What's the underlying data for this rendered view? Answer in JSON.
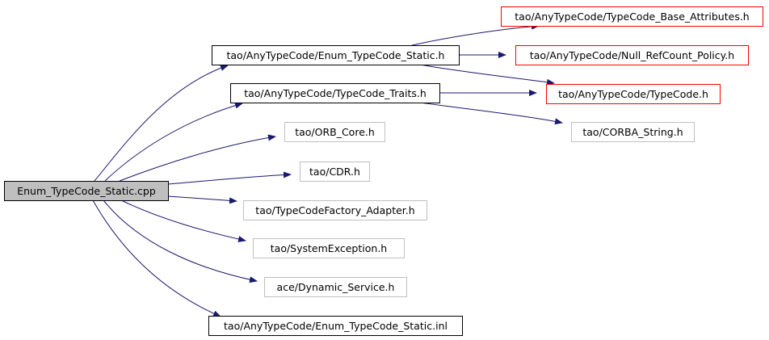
{
  "colors": {
    "edge": "#191970",
    "root_fill": "#bfbfbf",
    "root_border": "#000000",
    "documented_border": "#000000",
    "external_border": "#bfbfbf",
    "incomplete_border": "#ff0000",
    "node_fill": "#ffffff"
  },
  "nodes": [
    {
      "id": "root",
      "label": "Enum_TypeCode_Static.cpp",
      "kind": "root"
    },
    {
      "id": "enum_static_h",
      "label": "tao/AnyTypeCode/Enum_TypeCode_Static.h",
      "kind": "documented"
    },
    {
      "id": "traits_h",
      "label": "tao/AnyTypeCode/TypeCode_Traits.h",
      "kind": "documented"
    },
    {
      "id": "base_attr_h",
      "label": "tao/AnyTypeCode/TypeCode_Base_Attributes.h",
      "kind": "incomplete"
    },
    {
      "id": "null_ref_h",
      "label": "tao/AnyTypeCode/Null_RefCount_Policy.h",
      "kind": "incomplete"
    },
    {
      "id": "typecode_h",
      "label": "tao/AnyTypeCode/TypeCode.h",
      "kind": "incomplete"
    },
    {
      "id": "corba_string_h",
      "label": "tao/CORBA_String.h",
      "kind": "external"
    },
    {
      "id": "orb_core_h",
      "label": "tao/ORB_Core.h",
      "kind": "external"
    },
    {
      "id": "cdr_h",
      "label": "tao/CDR.h",
      "kind": "external"
    },
    {
      "id": "factory_adapter_h",
      "label": "tao/TypeCodeFactory_Adapter.h",
      "kind": "external"
    },
    {
      "id": "sysexc_h",
      "label": "tao/SystemException.h",
      "kind": "external"
    },
    {
      "id": "dyn_service_h",
      "label": "ace/Dynamic_Service.h",
      "kind": "external"
    },
    {
      "id": "enum_static_inl",
      "label": "tao/AnyTypeCode/Enum_TypeCode_Static.inl",
      "kind": "documented"
    }
  ],
  "edges": [
    {
      "from": "root",
      "to": "enum_static_h"
    },
    {
      "from": "root",
      "to": "traits_h"
    },
    {
      "from": "root",
      "to": "orb_core_h"
    },
    {
      "from": "root",
      "to": "cdr_h"
    },
    {
      "from": "root",
      "to": "factory_adapter_h"
    },
    {
      "from": "root",
      "to": "sysexc_h"
    },
    {
      "from": "root",
      "to": "dyn_service_h"
    },
    {
      "from": "root",
      "to": "enum_static_inl"
    },
    {
      "from": "enum_static_h",
      "to": "base_attr_h"
    },
    {
      "from": "enum_static_h",
      "to": "null_ref_h"
    },
    {
      "from": "enum_static_h",
      "to": "typecode_h"
    },
    {
      "from": "traits_h",
      "to": "typecode_h"
    },
    {
      "from": "traits_h",
      "to": "corba_string_h"
    }
  ]
}
